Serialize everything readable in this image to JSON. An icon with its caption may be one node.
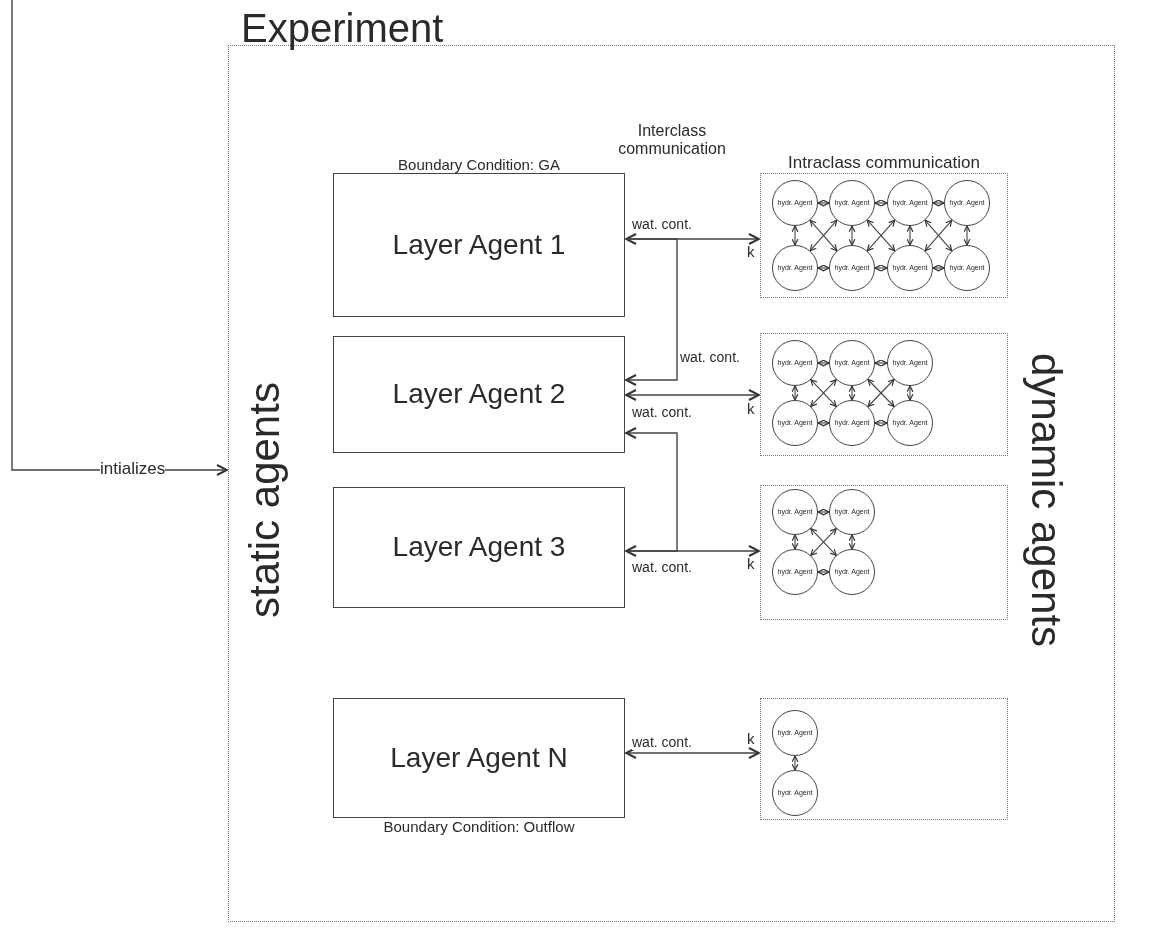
{
  "diagram": {
    "nodes": [
      {
        "text": [
          "Experiment"
        ]
      },
      {
        "text": [
          "Boundary Condition: GA",
          "Layer Agent 1"
        ],
        "in": 0
      },
      {
        "text": [
          "Layer Agent 2"
        ],
        "in": 0
      },
      {
        "text": [
          "Layer Agent 3"
        ],
        "in": 0
      },
      {
        "text": [
          "Layer Agent N",
          "Boundary Condition: Outflow"
        ],
        "in": 0
      },
      {
        "text": [
          "Intraclass communication"
        ],
        "in": 0
      },
      {
        "text": [
          "hydr. Agent"
        ],
        "in": 5
      },
      {
        "text": [
          "hydr. Agent"
        ],
        "in": 5
      },
      {
        "text": [
          "hydr. Agent"
        ],
        "in": 5
      },
      {
        "text": [
          "hydr. Agent"
        ],
        "in": 5
      },
      {
        "text": [
          "hydr. Agent"
        ],
        "in": 5
      },
      {
        "text": [
          "hydr. Agent"
        ],
        "in": 5
      },
      {
        "text": [
          "hydr. Agent"
        ],
        "in": 5
      },
      {
        "text": [
          "hydr. Agent"
        ],
        "in": 5
      },
      {
        "text": [],
        "shape": "box",
        "in": 0
      },
      {
        "text": [
          "hydr. Agent"
        ],
        "in": 14
      },
      {
        "text": [
          "hydr. Agent"
        ],
        "in": 14
      },
      {
        "text": [
          "hydr. Agent"
        ],
        "in": 14
      },
      {
        "text": [
          "hydr. Agent"
        ],
        "in": 14
      },
      {
        "text": [
          "hydr. Agent"
        ],
        "in": 14
      },
      {
        "text": [
          "hydr. Agent"
        ],
        "in": 14
      },
      {
        "text": [],
        "shape": "box",
        "in": 0
      },
      {
        "text": [
          "hydr. Agent"
        ],
        "in": 21
      },
      {
        "text": [
          "hydr. Agent"
        ],
        "in": 21
      },
      {
        "text": [
          "hydr. Agent"
        ],
        "in": 21
      },
      {
        "text": [
          "hydr. Agent"
        ],
        "in": 21
      },
      {
        "text": [],
        "shape": "box",
        "in": 0
      },
      {
        "text": [
          "hydr. Agent"
        ],
        "in": 26
      },
      {
        "text": [
          "hydr. Agent"
        ],
        "in": 26
      }
    ],
    "edges": [
      {
        "from": null,
        "to": 0,
        "arrow": "to",
        "label": "intializes"
      },
      {
        "from": 1,
        "to": 5,
        "arrow": "both",
        "label": "wat. cont."
      },
      {
        "from": 1,
        "to": 2,
        "arrow": "to",
        "label": "wat. cont."
      },
      {
        "from": 2,
        "to": 14,
        "arrow": "both"
      },
      {
        "from": 3,
        "to": 2,
        "arrow": "to",
        "label": "wat. cont."
      },
      {
        "from": 3,
        "to": 21,
        "arrow": "both",
        "label": "wat. cont."
      },
      {
        "from": 4,
        "to": 26,
        "arrow": "both",
        "label": "wat. cont."
      },
      {
        "from": 6,
        "to": 7,
        "arrow": "both"
      },
      {
        "from": 7,
        "to": 8,
        "arrow": "both"
      },
      {
        "from": 8,
        "to": 9,
        "arrow": "both"
      },
      {
        "from": 10,
        "to": 11,
        "arrow": "both"
      },
      {
        "from": 11,
        "to": 12,
        "arrow": "both"
      },
      {
        "from": 12,
        "to": 13,
        "arrow": "both"
      },
      {
        "from": 6,
        "to": 10,
        "arrow": "both"
      },
      {
        "from": 7,
        "to": 11,
        "arrow": "both"
      },
      {
        "from": 8,
        "to": 12,
        "arrow": "both"
      },
      {
        "from": 9,
        "to": 13,
        "arrow": "both"
      },
      {
        "from": 6,
        "to": 11,
        "arrow": "both"
      },
      {
        "from": 7,
        "to": 10,
        "arrow": "both"
      },
      {
        "from": 7,
        "to": 12,
        "arrow": "both"
      },
      {
        "from": 8,
        "to": 11,
        "arrow": "both"
      },
      {
        "from": 8,
        "to": 13,
        "arrow": "both"
      },
      {
        "from": 9,
        "to": 12,
        "arrow": "both"
      },
      {
        "from": 15,
        "to": 16,
        "arrow": "both"
      },
      {
        "from": 16,
        "to": 17,
        "arrow": "both"
      },
      {
        "from": 18,
        "to": 19,
        "arrow": "both"
      },
      {
        "from": 19,
        "to": 20,
        "arrow": "both"
      },
      {
        "from": 15,
        "to": 18,
        "arrow": "both"
      },
      {
        "from": 16,
        "to": 19,
        "arrow": "both"
      },
      {
        "from": 17,
        "to": 20,
        "arrow": "both"
      },
      {
        "from": 15,
        "to": 19,
        "arrow": "both"
      },
      {
        "from": 16,
        "to": 18,
        "arrow": "both"
      },
      {
        "from": 16,
        "to": 20,
        "arrow": "both"
      },
      {
        "from": 17,
        "to": 19,
        "arrow": "both"
      },
      {
        "from": 22,
        "to": 23,
        "arrow": "both"
      },
      {
        "from": 24,
        "to": 25,
        "arrow": "both"
      },
      {
        "from": 22,
        "to": 24,
        "arrow": "both"
      },
      {
        "from": 23,
        "to": 25,
        "arrow": "both"
      },
      {
        "from": 22,
        "to": 25,
        "arrow": "both"
      },
      {
        "from": 23,
        "to": 24,
        "arrow": "both"
      },
      {
        "from": 27,
        "to": 28,
        "arrow": "both"
      }
    ],
    "labels": [
      "Interclass communication",
      "static agents",
      "dynamic agents",
      "k",
      "k",
      "k",
      "k"
    ]
  }
}
